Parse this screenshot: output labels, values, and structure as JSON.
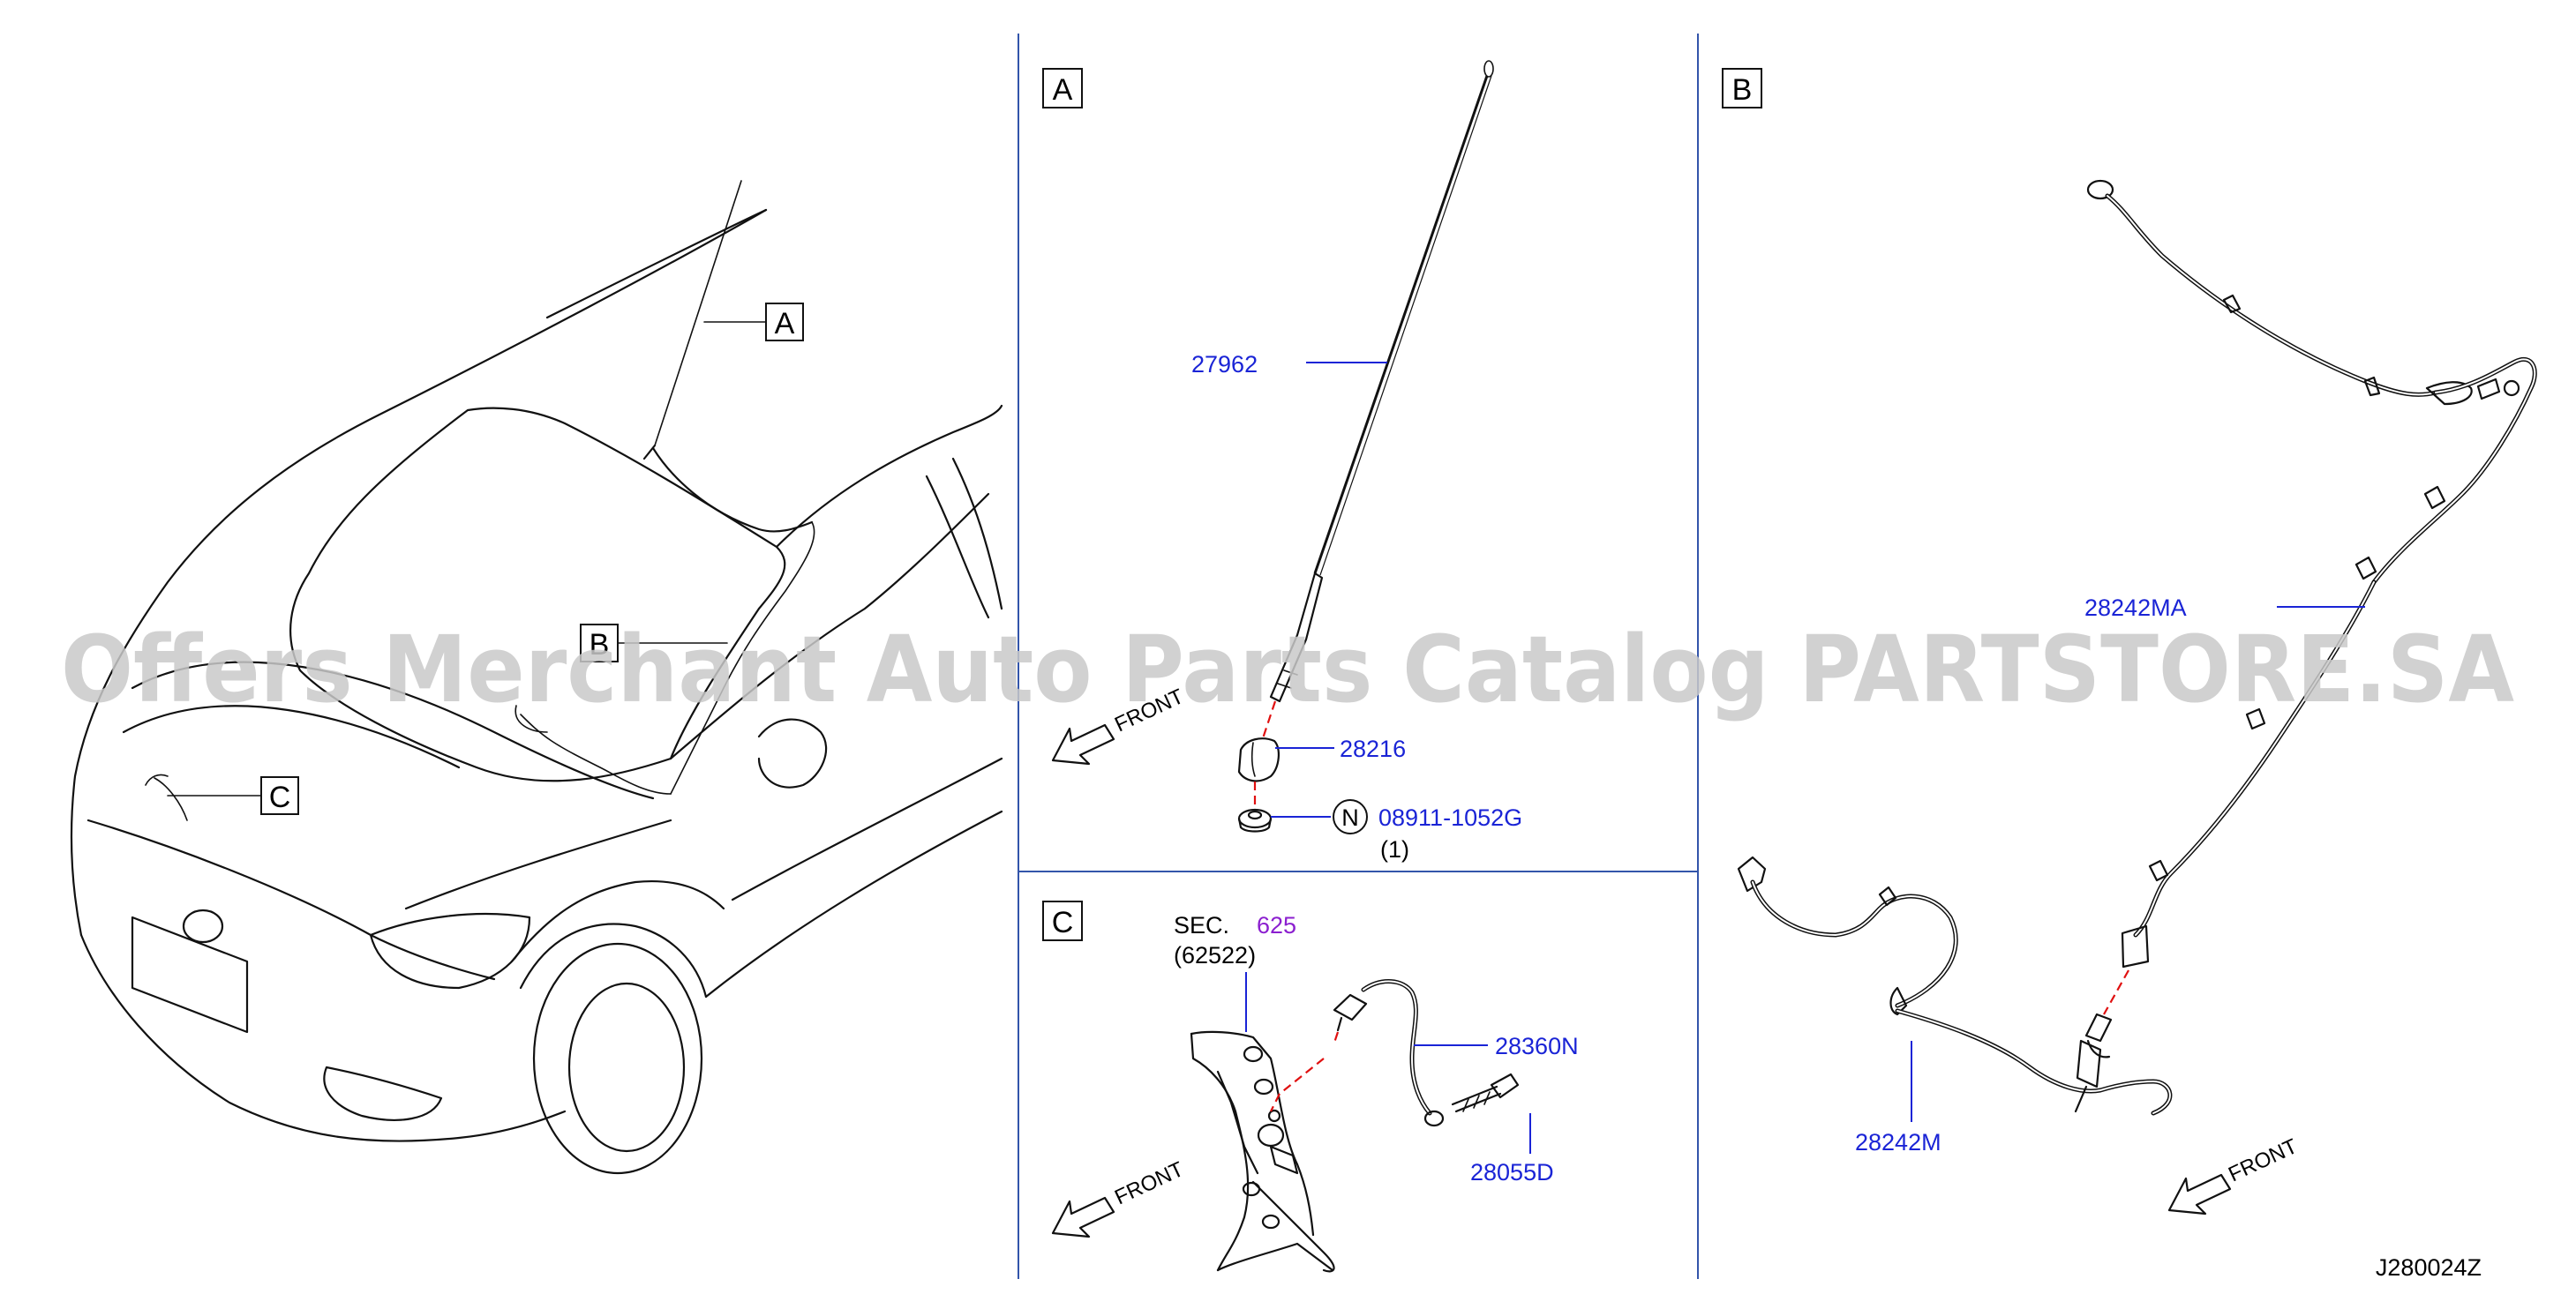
{
  "diagram": {
    "code": "J280024Z",
    "watermark": "Offers Merchant Auto Parts Catalog PARTSTORE.SA",
    "overview": {
      "callouts": [
        "A",
        "B",
        "C"
      ]
    },
    "panel_a": {
      "letter": "A",
      "front_label": "FRONT",
      "parts": {
        "rod": "27962",
        "base": "28216",
        "nut_symbol": "N",
        "nut": "08911-1052G",
        "nut_qty": "(1)"
      }
    },
    "panel_b": {
      "letter": "B",
      "front_label": "FRONT",
      "parts": {
        "feeder_main": "28242MA",
        "feeder_sub": "28242M"
      }
    },
    "panel_c": {
      "letter": "C",
      "front_label": "FRONT",
      "sec_label": "SEC.",
      "sec_number": "625",
      "sec_sub": "(62522)",
      "parts": {
        "ground_strap": "28360N",
        "bolt": "28055D"
      }
    }
  }
}
